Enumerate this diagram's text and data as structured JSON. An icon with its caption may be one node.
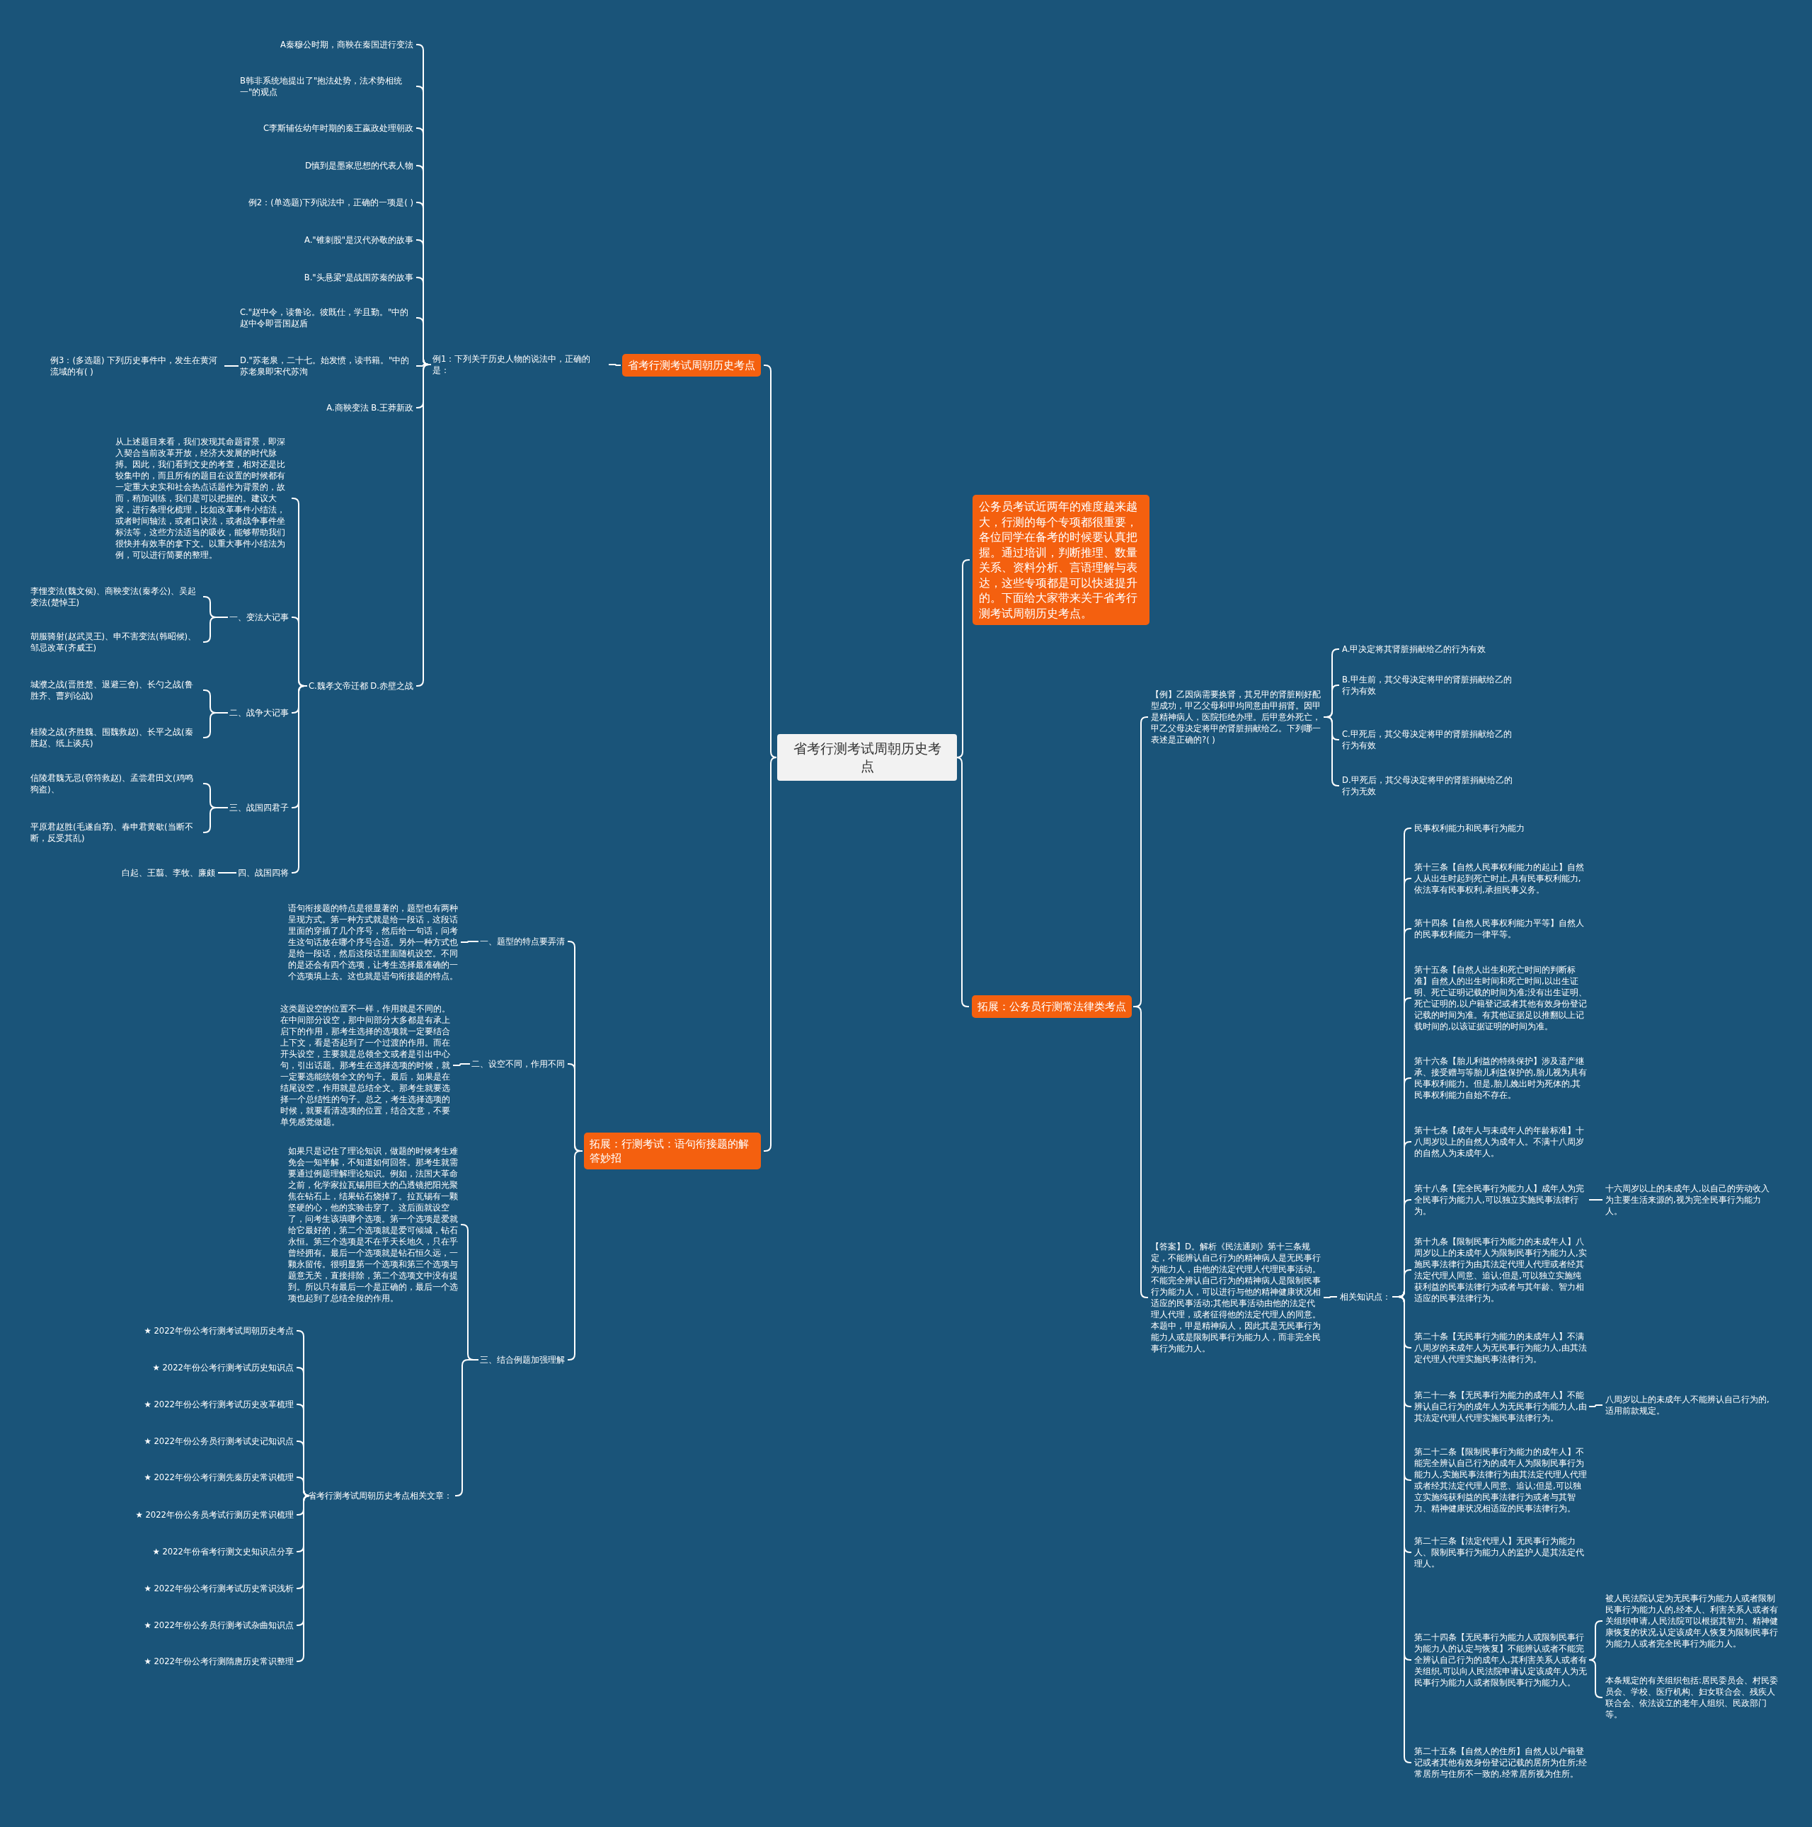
{
  "diagram": {
    "nodes": [
      {
        "text": [
          "省考行测考试周朝历史考点"
        ]
      },
      {
        "text": [
          "省考行测考试周朝历史考点"
        ]
      },
      {
        "text": [
          "例1：下列关于历史人物的说法中，正确的是："
        ]
      },
      {
        "text": [
          "A秦穆公时期，商鞅在秦国进行变法"
        ]
      },
      {
        "text": [
          "B韩非系统地提出了\"抱法处势，法术势相统一\"的观点"
        ]
      },
      {
        "text": [
          "C李斯辅佐幼年时期的秦王嬴政处理朝政"
        ]
      },
      {
        "text": [
          "D慎到是墨家思想的代表人物"
        ]
      },
      {
        "text": [
          "例2：(单选题)下列说法中，正确的一项是( )"
        ]
      },
      {
        "text": [
          "A.\"锥刺股\"是汉代孙敬的故事"
        ]
      },
      {
        "text": [
          "B.\"头悬梁\"是战国苏秦的故事"
        ]
      },
      {
        "text": [
          "C.\"赵中令，读鲁论。彼既仕，学且勤。\"中的赵中令即晋国赵盾"
        ]
      },
      {
        "text": [
          "D.\"苏老泉，二十七。始发愤，读书籍。\"中的苏老泉即宋代苏洵"
        ]
      },
      {
        "text": [
          "例3：(多选题) 下列历史事件中，发生在黄河流域的有( )"
        ]
      },
      {
        "text": [
          "A.商鞅变法 B.王莽新政"
        ]
      },
      {
        "text": [
          "C.魏孝文帝迁都 D.赤壁之战"
        ]
      },
      {
        "text": [
          "从上述题目来看，我们发现其命题背景，即深入契合当前改革开放，经济大发展的时代脉搏。因此，我们看到文史的考查，相对还是比较集中的，而且所有的题目在设置的时候都有一定重大史实和社会热点话题作为背景的，故而，稍加训练，我们是可以把握的。建议大家，进行条理化梳理，比如改革事件小结法，或者时间轴法，或者口诀法，或者战争事件坐标法等，这些方法适当的吸收，能够帮助我们很快并有效率的拿下文。以重大事件小结法为例，可以进行简要的整理。"
        ]
      },
      {
        "text": [
          "一、变法大记事"
        ]
      },
      {
        "text": [
          "李悝变法(魏文侯)、商鞅变法(秦孝公)、吴起变法(楚悼王)"
        ]
      },
      {
        "text": [
          "胡服骑射(赵武灵王)、申不害变法(韩昭候)、邹忌改革(齐威王)"
        ]
      },
      {
        "text": [
          "二、战争大记事"
        ]
      },
      {
        "text": [
          "城濮之战(晋胜楚、退避三舍)、长勺之战(鲁胜齐、曹刿论战)"
        ]
      },
      {
        "text": [
          "桂陵之战(齐胜魏、围魏救赵)、长平之战(秦胜赵、纸上谈兵)"
        ]
      },
      {
        "text": [
          "三、战国四君子"
        ]
      },
      {
        "text": [
          "信陵君魏无忌(窃符救赵)、孟尝君田文(鸡鸣狗盗)、"
        ]
      },
      {
        "text": [
          "平原君赵胜(毛遂自荐)、春申君黄歇(当断不断，反受其乱)"
        ]
      },
      {
        "text": [
          "四、战国四将"
        ]
      },
      {
        "text": [
          "白起、王翦、李牧、廉颇"
        ]
      },
      {
        "text": [
          "拓展：行测考试：语句衔接题的解答妙招"
        ]
      },
      {
        "text": [
          "一、题型的特点要弄清"
        ]
      },
      {
        "text": [
          "语句衔接题的特点是很显著的，题型也有两种呈现方式。第一种方式就是给一段话，这段话里面的穿插了几个序号，然后给一句话，问考生这句话放在哪个序号合适。另外一种方式也是给一段话，然后这段话里面随机设空。不同的是还会有四个选项，让考生选择最准确的一个选项填上去。这也就是语句衔接题的特点。"
        ]
      },
      {
        "text": [
          "二、设空不同，作用不同"
        ]
      },
      {
        "text": [
          "这类题设空的位置不一样，作用就是不同的。在中间部分设空，那中间部分大多都是有承上启下的作用，那考生选择的选项就一定要结合上下文，看是否起到了一个过渡的作用。而在开头设空，主要就是总领全文或者是引出中心句，引出话题。那考生在选择选项的时候，就一定要选能统领全文的句子。最后，如果是在结尾设空，作用就是总结全文。那考生就要选择一个总结性的句子。总之，考生选择选项的时候，就要看清选项的位置，结合文意，不要单凭感觉做题。"
        ]
      },
      {
        "text": [
          "三、结合例题加强理解"
        ]
      },
      {
        "text": [
          "如果只是记住了理论知识，做题的时候考生难免会一知半解，不知道如何回答。那考生就需要通过例题理解理论知识。例如，法国大革命之前，化学家拉瓦锡用巨大的凸透镜把阳光聚焦在钻石上，结果钻石烧掉了。拉瓦锡有一颗坚硬的心，他的实验击穿了。这后面就设空了，问考生该填哪个选项。第一个选项是爱就给它最好的，第二个选项就是爱可倾城，钻石永恒。第三个选项是不在乎天长地久，只在乎曾经拥有。最后一个选项就是钻石恒久远，一颗永留传。很明显第一个选项和第三个选项与题意无关，直接排除，第二个选项文中没有提到。所以只有最后一个是正确的，最后一个选项也起到了总结全段的作用。"
        ]
      },
      {
        "text": [
          "省考行测考试周朝历史考点相关文章："
        ]
      },
      {
        "text": [
          "★ 2022年份公考行测考试周朝历史考点"
        ]
      },
      {
        "text": [
          "★ 2022年份公考行测考试历史知识点"
        ]
      },
      {
        "text": [
          "★ 2022年份公考行测考试历史改革梳理"
        ]
      },
      {
        "text": [
          "★ 2022年份公务员行测考试史记知识点"
        ]
      },
      {
        "text": [
          "★ 2022年份公考行测先秦历史常识梳理"
        ]
      },
      {
        "text": [
          "★ 2022年份公务员考试行测历史常识梳理"
        ]
      },
      {
        "text": [
          "★ 2022年份省考行测文史知识点分享"
        ]
      },
      {
        "text": [
          "★ 2022年份公考行测考试历史常识浅析"
        ]
      },
      {
        "text": [
          "★ 2022年份公务员行测考试杂曲知识点"
        ]
      },
      {
        "text": [
          "★ 2022年份公考行测隋唐历史常识整理"
        ]
      },
      {
        "text": [
          "公务员考试近两年的难度越来越大，行测的每个专项都很重要，各位同学在备考的时候要认真把握。通过培训，判断推理、数量关系、资料分析、言语理解与表达，这些专项都是可以快速提升的。下面给大家带来关于省考行测考试周朝历史考点。"
        ]
      },
      {
        "text": [
          "拓展：公务员行测常法律类考点"
        ]
      },
      {
        "text": [
          "【例】乙因病需要换肾，其兄甲的肾脏刚好配型成功，甲乙父母和甲均同意由甲捐肾。因甲是精神病人，医院拒绝办理。后甲意外死亡，甲乙父母决定将甲的肾脏捐献给乙。下列哪一表述是正确的?( )"
        ]
      },
      {
        "text": [
          "A.甲决定将其肾脏捐献给乙的行为有效"
        ]
      },
      {
        "text": [
          "B.甲生前，其父母决定将甲的肾脏捐献给乙的行为有效"
        ]
      },
      {
        "text": [
          "C.甲死后，其父母决定将甲的肾脏捐献给乙的行为有效"
        ]
      },
      {
        "text": [
          "D.甲死后，其父母决定将甲的肾脏捐献给乙的行为无效"
        ]
      },
      {
        "text": [
          "【答案】D。解析《民法通则》第十三条规定，不能辨认自己行为的精神病人是无民事行为能力人，由他的法定代理人代理民事活动。不能完全辨认自己行为的精神病人是限制民事行为能力人，可以进行与他的精神健康状况相适应的民事活动;其他民事活动由他的法定代理人代理，或者征得他的法定代理人的同意。本题中，甲是精神病人，因此其是无民事行为能力人或是限制民事行为能力人，而非完全民事行为能力人。"
        ]
      },
      {
        "text": [
          "相关知识点："
        ]
      },
      {
        "text": [
          "民事权利能力和民事行为能力"
        ]
      },
      {
        "text": [
          "第十三条【自然人民事权利能力的起止】自然人从出生时起到死亡时止,具有民事权利能力,依法享有民事权利,承担民事义务。"
        ]
      },
      {
        "text": [
          "第十四条【自然人民事权利能力平等】自然人的民事权利能力一律平等。"
        ]
      },
      {
        "text": [
          "第十五条【自然人出生和死亡时间的判断标准】自然人的出生时间和死亡时间,以出生证明、死亡证明记载的时间为准;没有出生证明、死亡证明的,以户籍登记或者其他有效身份登记记载的时间为准。有其他证据足以推翻以上记载时间的,以该证据证明的时间为准。"
        ]
      },
      {
        "text": [
          "第十六条【胎儿利益的特殊保护】涉及遗产继承、接受赠与等胎儿利益保护的,胎儿视为具有民事权利能力。但是,胎儿娩出时为死体的,其民事权利能力自始不存在。"
        ]
      },
      {
        "text": [
          "第十七条【成年人与未成年人的年龄标准】十八周岁以上的自然人为成年人。不满十八周岁的自然人为未成年人。"
        ]
      },
      {
        "text": [
          "第十八条【完全民事行为能力人】成年人为完全民事行为能力人,可以独立实施民事法律行为。"
        ]
      },
      {
        "text": [
          "十六周岁以上的未成年人,以自己的劳动收入为主要生活来源的,视为完全民事行为能力人。"
        ]
      },
      {
        "text": [
          "第十九条【限制民事行为能力的未成年人】八周岁以上的未成年人为限制民事行为能力人,实施民事法律行为由其法定代理人代理或者经其法定代理人同意、追认;但是,可以独立实施纯获利益的民事法律行为或者与其年龄、智力相适应的民事法律行为。"
        ]
      },
      {
        "text": [
          "第二十条【无民事行为能力的未成年人】不满八周岁的未成年人为无民事行为能力人,由其法定代理人代理实施民事法律行为。"
        ]
      },
      {
        "text": [
          "第二十一条【无民事行为能力的成年人】不能辨认自己行为的成年人为无民事行为能力人,由其法定代理人代理实施民事法律行为。"
        ]
      },
      {
        "text": [
          "八周岁以上的未成年人不能辨认自己行为的,适用前款规定。"
        ]
      },
      {
        "text": [
          "第二十二条【限制民事行为能力的成年人】不能完全辨认自己行为的成年人为限制民事行为能力人,实施民事法律行为由其法定代理人代理或者经其法定代理人同意、追认;但是,可以独立实施纯获利益的民事法律行为或者与其智力、精神健康状况相适应的民事法律行为。"
        ]
      },
      {
        "text": [
          "第二十三条【法定代理人】无民事行为能力人、限制民事行为能力人的监护人是其法定代理人。"
        ]
      },
      {
        "text": [
          "第二十四条【无民事行为能力人或限制民事行为能力人的认定与恢复】不能辨认或者不能完全辨认自己行为的成年人,其利害关系人或者有关组织,可以向人民法院申请认定该成年人为无民事行为能力人或者限制民事行为能力人。"
        ]
      },
      {
        "text": [
          "被人民法院认定为无民事行为能力人或者限制民事行为能力人的,经本人、利害关系人或者有关组织申请,人民法院可以根据其智力、精神健康恢复的状况,认定该成年人恢复为限制民事行为能力人或者完全民事行为能力人。"
        ]
      },
      {
        "text": [
          "本条规定的有关组织包括:居民委员会、村民委员会、学校、医疗机构、妇女联合会、残疾人联合会、依法设立的老年人组织、民政部门等。"
        ]
      },
      {
        "text": [
          "第二十五条【自然人的住所】自然人以户籍登记或者其他有效身份登记记载的居所为住所;经常居所与住所不一致的,经常居所视为住所。"
        ]
      }
    ],
    "edges": [
      {
        "from": 0,
        "to": 1,
        "arrow": "none"
      },
      {
        "from": 1,
        "to": 2,
        "arrow": "none"
      },
      {
        "from": 2,
        "to": 3,
        "arrow": "none"
      },
      {
        "from": 2,
        "to": 4,
        "arrow": "none"
      },
      {
        "from": 2,
        "to": 5,
        "arrow": "none"
      },
      {
        "from": 2,
        "to": 6,
        "arrow": "none"
      },
      {
        "from": 2,
        "to": 7,
        "arrow": "none"
      },
      {
        "from": 2,
        "to": 8,
        "arrow": "none"
      },
      {
        "from": 2,
        "to": 9,
        "arrow": "none"
      },
      {
        "from": 2,
        "to": 10,
        "arrow": "none"
      },
      {
        "from": 2,
        "to": 11,
        "arrow": "none"
      },
      {
        "from": 11,
        "to": 12,
        "arrow": "none"
      },
      {
        "from": 2,
        "to": 13,
        "arrow": "none"
      },
      {
        "from": 2,
        "to": 14,
        "arrow": "none"
      },
      {
        "from": 14,
        "to": 15,
        "arrow": "none"
      },
      {
        "from": 14,
        "to": 16,
        "arrow": "none"
      },
      {
        "from": 16,
        "to": 17,
        "arrow": "none"
      },
      {
        "from": 16,
        "to": 18,
        "arrow": "none"
      },
      {
        "from": 14,
        "to": 19,
        "arrow": "none"
      },
      {
        "from": 19,
        "to": 20,
        "arrow": "none"
      },
      {
        "from": 19,
        "to": 21,
        "arrow": "none"
      },
      {
        "from": 14,
        "to": 22,
        "arrow": "none"
      },
      {
        "from": 22,
        "to": 23,
        "arrow": "none"
      },
      {
        "from": 22,
        "to": 24,
        "arrow": "none"
      },
      {
        "from": 14,
        "to": 25,
        "arrow": "none"
      },
      {
        "from": 25,
        "to": 26,
        "arrow": "none"
      },
      {
        "from": 0,
        "to": 27,
        "arrow": "none"
      },
      {
        "from": 27,
        "to": 28,
        "arrow": "none"
      },
      {
        "from": 28,
        "to": 29,
        "arrow": "none"
      },
      {
        "from": 27,
        "to": 30,
        "arrow": "none"
      },
      {
        "from": 30,
        "to": 31,
        "arrow": "none"
      },
      {
        "from": 27,
        "to": 32,
        "arrow": "none"
      },
      {
        "from": 32,
        "to": 33,
        "arrow": "none"
      },
      {
        "from": 32,
        "to": 34,
        "arrow": "none"
      },
      {
        "from": 34,
        "to": 35,
        "arrow": "none"
      },
      {
        "from": 34,
        "to": 36,
        "arrow": "none"
      },
      {
        "from": 34,
        "to": 37,
        "arrow": "none"
      },
      {
        "from": 34,
        "to": 38,
        "arrow": "none"
      },
      {
        "from": 34,
        "to": 39,
        "arrow": "none"
      },
      {
        "from": 34,
        "to": 40,
        "arrow": "none"
      },
      {
        "from": 34,
        "to": 41,
        "arrow": "none"
      },
      {
        "from": 34,
        "to": 42,
        "arrow": "none"
      },
      {
        "from": 34,
        "to": 43,
        "arrow": "none"
      },
      {
        "from": 34,
        "to": 44,
        "arrow": "none"
      },
      {
        "from": 0,
        "to": 45,
        "arrow": "none"
      },
      {
        "from": 0,
        "to": 46,
        "arrow": "none"
      },
      {
        "from": 46,
        "to": 47,
        "arrow": "none"
      },
      {
        "from": 47,
        "to": 48,
        "arrow": "none"
      },
      {
        "from": 47,
        "to": 49,
        "arrow": "none"
      },
      {
        "from": 47,
        "to": 50,
        "arrow": "none"
      },
      {
        "from": 47,
        "to": 51,
        "arrow": "none"
      },
      {
        "from": 46,
        "to": 52,
        "arrow": "none"
      },
      {
        "from": 52,
        "to": 53,
        "arrow": "none"
      },
      {
        "from": 53,
        "to": 54,
        "arrow": "none"
      },
      {
        "from": 53,
        "to": 55,
        "arrow": "none"
      },
      {
        "from": 53,
        "to": 56,
        "arrow": "none"
      },
      {
        "from": 53,
        "to": 57,
        "arrow": "none"
      },
      {
        "from": 53,
        "to": 58,
        "arrow": "none"
      },
      {
        "from": 53,
        "to": 59,
        "arrow": "none"
      },
      {
        "from": 53,
        "to": 60,
        "arrow": "none"
      },
      {
        "from": 60,
        "to": 61,
        "arrow": "none"
      },
      {
        "from": 53,
        "to": 62,
        "arrow": "none"
      },
      {
        "from": 53,
        "to": 63,
        "arrow": "none"
      },
      {
        "from": 53,
        "to": 64,
        "arrow": "none"
      },
      {
        "from": 64,
        "to": 65,
        "arrow": "none"
      },
      {
        "from": 53,
        "to": 66,
        "arrow": "none"
      },
      {
        "from": 53,
        "to": 67,
        "arrow": "none"
      },
      {
        "from": 53,
        "to": 68,
        "arrow": "none"
      },
      {
        "from": 68,
        "to": 69,
        "arrow": "none"
      },
      {
        "from": 68,
        "to": 70,
        "arrow": "none"
      },
      {
        "from": 53,
        "to": 71,
        "arrow": "none"
      }
    ]
  }
}
